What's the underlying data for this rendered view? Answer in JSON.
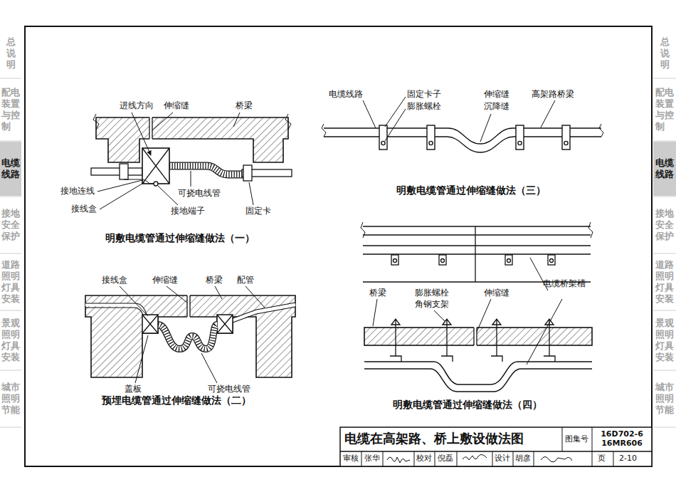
{
  "diagram": {
    "title": "电缆在高架路、桥上敷设做法图",
    "nodes": [
      {
        "text": [
          "总说明"
        ]
      },
      {
        "text": [
          "配电装置与控制"
        ]
      },
      {
        "text": [
          "电缆线路"
        ]
      },
      {
        "text": [
          "接地安全保护"
        ]
      },
      {
        "text": [
          "道路照明灯具安装"
        ]
      },
      {
        "text": [
          "景观照明灯具安装"
        ]
      },
      {
        "text": [
          "城市照明节能"
        ]
      },
      {
        "text": [
          "总说明"
        ]
      },
      {
        "text": [
          "配电装置与控制"
        ]
      },
      {
        "text": [
          "电缆线路"
        ]
      },
      {
        "text": [
          "接地安全保护"
        ]
      },
      {
        "text": [
          "道路照明灯具安装"
        ]
      },
      {
        "text": [
          "景观照明灯具安装"
        ]
      },
      {
        "text": [
          "城市照明节能"
        ]
      }
    ],
    "labels": [
      "进线方向",
      "伸缩缝",
      "桥梁",
      "接地连线",
      "接线盒",
      "可挠电线管",
      "接地端子",
      "固定卡",
      "明敷电缆管通过伸缩缝做法（一）",
      "接线盒",
      "伸缩缝",
      "桥梁",
      "配管",
      "盖板",
      "可挠电线管",
      "预埋电缆管通过伸缩缝做法（二）",
      "电缆线路",
      "固定卡子",
      "膨胀螺栓",
      "伸缩缝",
      "沉降缝",
      "高架路桥梁",
      "明敷电缆管通过伸缩缝做法（三）",
      "桥梁",
      "膨胀螺栓",
      "角钢支架",
      "伸缩缝",
      "电缆桥架槽",
      "明敷电缆管通过伸缩缝做法（四）",
      "图集号",
      "16D702-6 16MR606",
      "页",
      "2-10",
      "审核",
      "张华",
      "校对",
      "倪磊",
      "设计",
      "胡彦"
    ]
  }
}
